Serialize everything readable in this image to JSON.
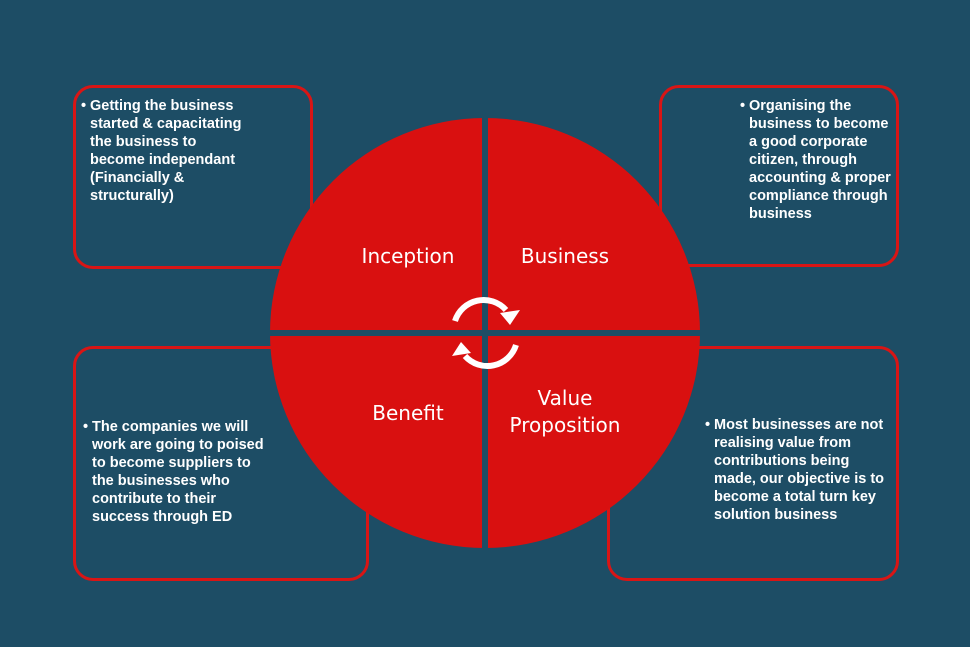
{
  "quadrants": [
    {
      "label": "Inception",
      "description": "Getting the business started & capacitating the business to become independant (Financially & structurally)"
    },
    {
      "label": "Business",
      "description": "Organising the business to become a good corporate citizen, through accounting & proper compliance through business"
    },
    {
      "label": "Benefit",
      "description": "The companies we will work are going to poised to become suppliers to the businesses who contribute to their success through ED"
    },
    {
      "label": "Value Proposition",
      "description": "Most businesses are not realising value from contributions being made, our objective is to become a total turn key solution business"
    }
  ],
  "colors": {
    "background": "#1d4d65",
    "accent": "#d91010",
    "text": "#ffffff"
  },
  "center_icon": "cycle-arrows-icon"
}
